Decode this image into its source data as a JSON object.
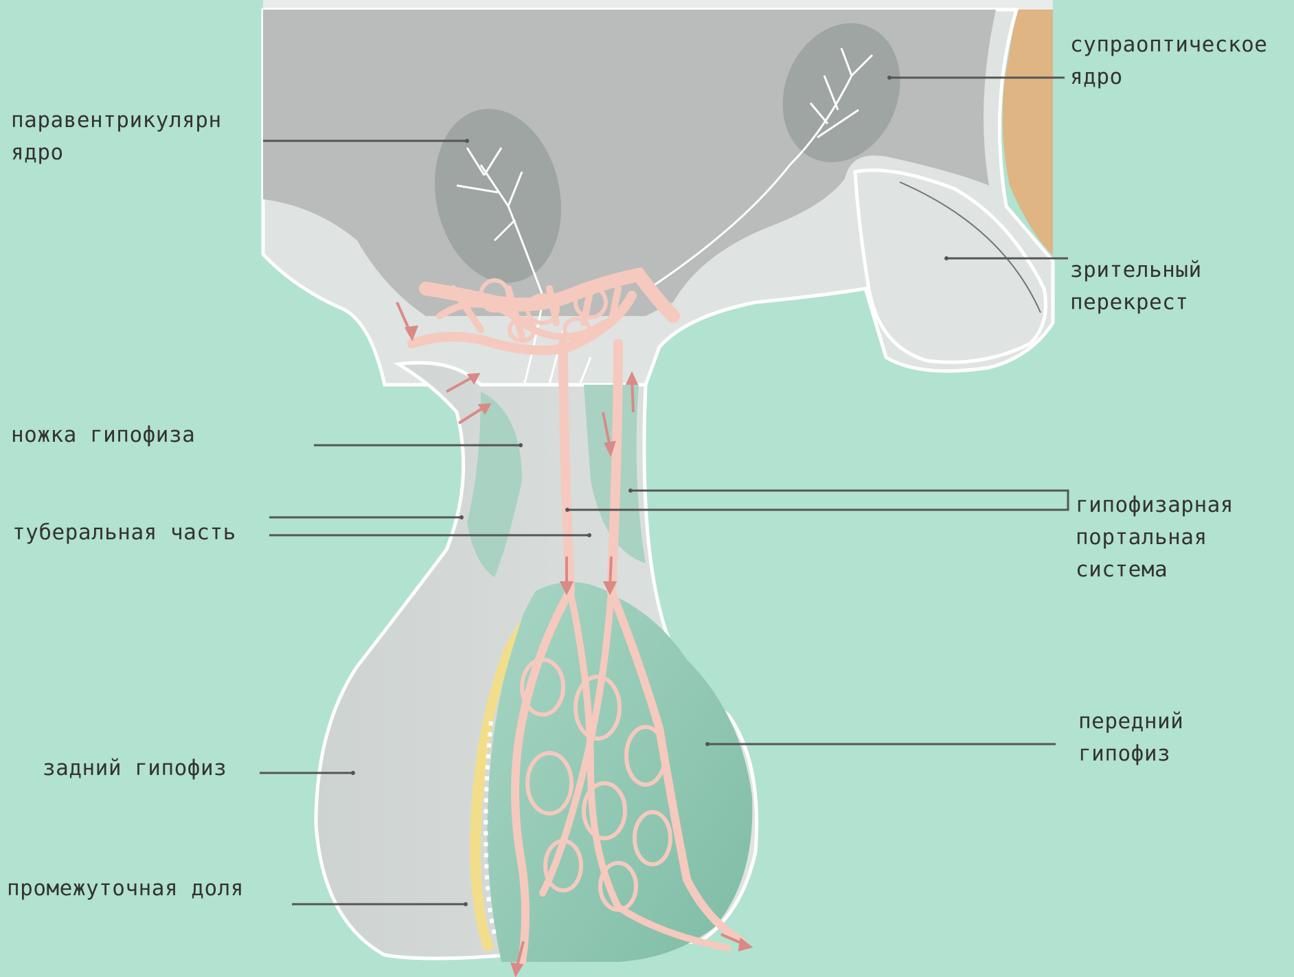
{
  "labels": {
    "paraventricular": [
      "паравентрикулярн",
      "ядро"
    ],
    "supraoptic": [
      "супраоптическое",
      "ядро"
    ],
    "optic_chiasm": [
      "зрительный",
      "перекрест"
    ],
    "stalk": "ножка гипофиза",
    "tuberal": "туберальная часть",
    "portal": [
      "гипофизарная",
      "портальная",
      "система"
    ],
    "anterior": [
      "передний",
      "гипофиз"
    ],
    "posterior": "задний гипофиз",
    "intermediate": "промежуточная доля"
  },
  "colors": {
    "background": "#b2e2d0",
    "hypothalamus": "#b9bcbb",
    "nucleus": "#9fa5a3",
    "posterior_lobe": "#d3d8d6",
    "anterior_lobe": "#8ec7b2",
    "vessels": "#f6c9be",
    "intermediate_lobe": "#f2de8a",
    "orange_band": "#deb583",
    "leader_lines": "#555555"
  }
}
